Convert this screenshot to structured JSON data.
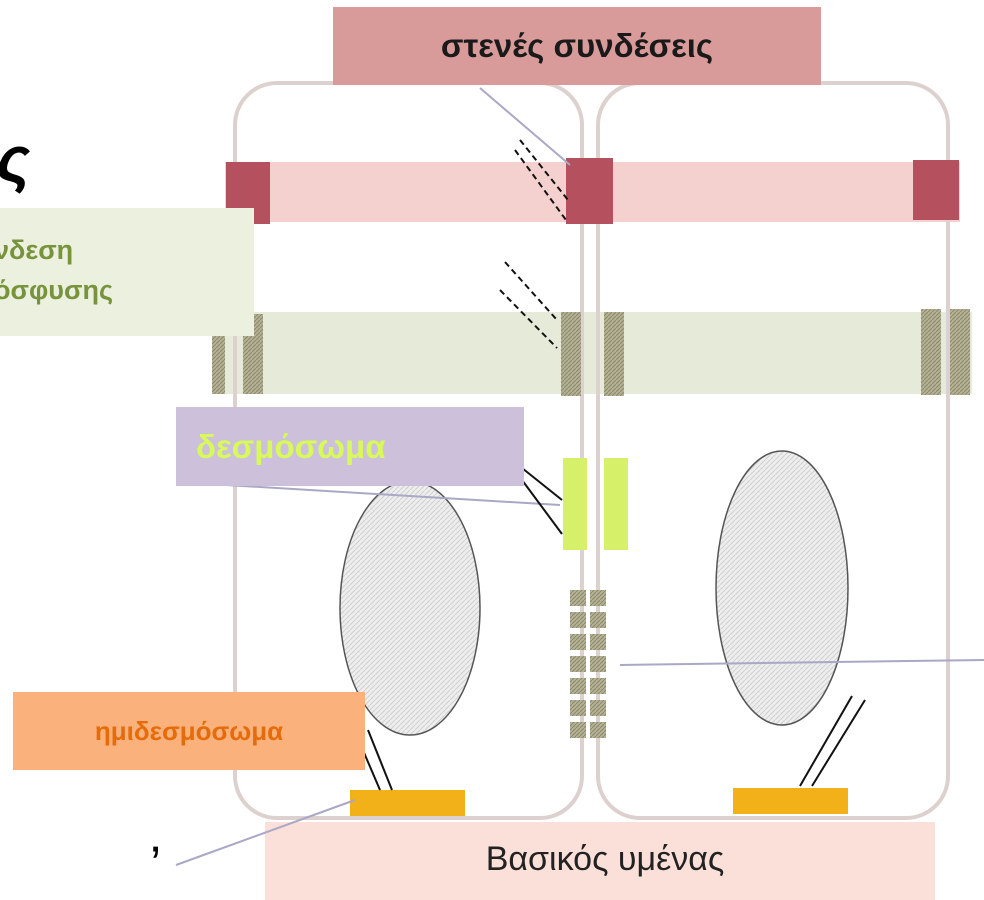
{
  "labels": {
    "tight_junctions": "στενές συνδέσεις",
    "adherens_line1": "νδεση",
    "adherens_line2": "όσφυσης",
    "desmosome": "δεσμόσωμα",
    "hemidesmosome": "ημιδεσμόσωμα",
    "basal_membrane": "Βασικός υμένας"
  },
  "fragments": {
    "side_letter": "ς",
    "side_mark": "’"
  },
  "colors": {
    "tight_junction": "#b5505e",
    "tight_band": "#f2c9c6",
    "adherens": "#8e9368",
    "adherens_band": "#e3e8d4",
    "desmosome": "#d7f06a",
    "hemidesmosome": "#f2b019",
    "basal": "#fbe0d9"
  }
}
